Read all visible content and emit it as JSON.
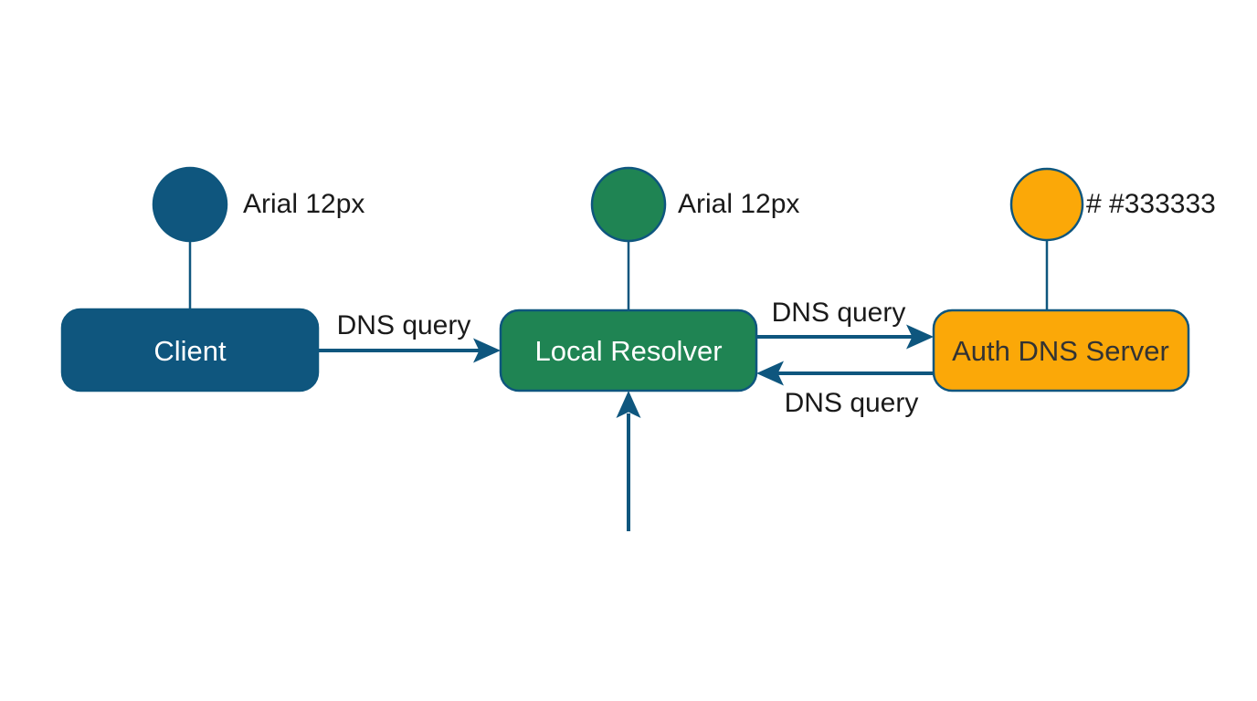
{
  "diagram": {
    "type": "flowchart",
    "nodes": [
      {
        "id": "client",
        "label": "Client",
        "annotation": "Arial 12px",
        "fill": "#0f567e",
        "text_color": "#ffffff"
      },
      {
        "id": "local-resolver",
        "label": "Local Resolver",
        "annotation": "Arial 12px",
        "fill": "#1f8453",
        "text_color": "#ffffff"
      },
      {
        "id": "auth-dns-server",
        "label": "Auth DNS Server",
        "annotation": "# #333333",
        "fill": "#fba808",
        "text_color": "#333333"
      }
    ],
    "edges": [
      {
        "from": "client",
        "to": "local-resolver",
        "label": "DNS query"
      },
      {
        "from": "local-resolver",
        "to": "auth-dns-server",
        "label": "DNS query"
      },
      {
        "from": "auth-dns-server",
        "to": "local-resolver",
        "label": "DNS query"
      },
      {
        "from": "below",
        "to": "local-resolver",
        "label": ""
      }
    ],
    "colors": {
      "stroke": "#0e567e",
      "blue": "#0f567e",
      "green": "#1f8453",
      "orange": "#fba808",
      "label_text": "#1a1a1a",
      "background": "#ffffff"
    }
  }
}
